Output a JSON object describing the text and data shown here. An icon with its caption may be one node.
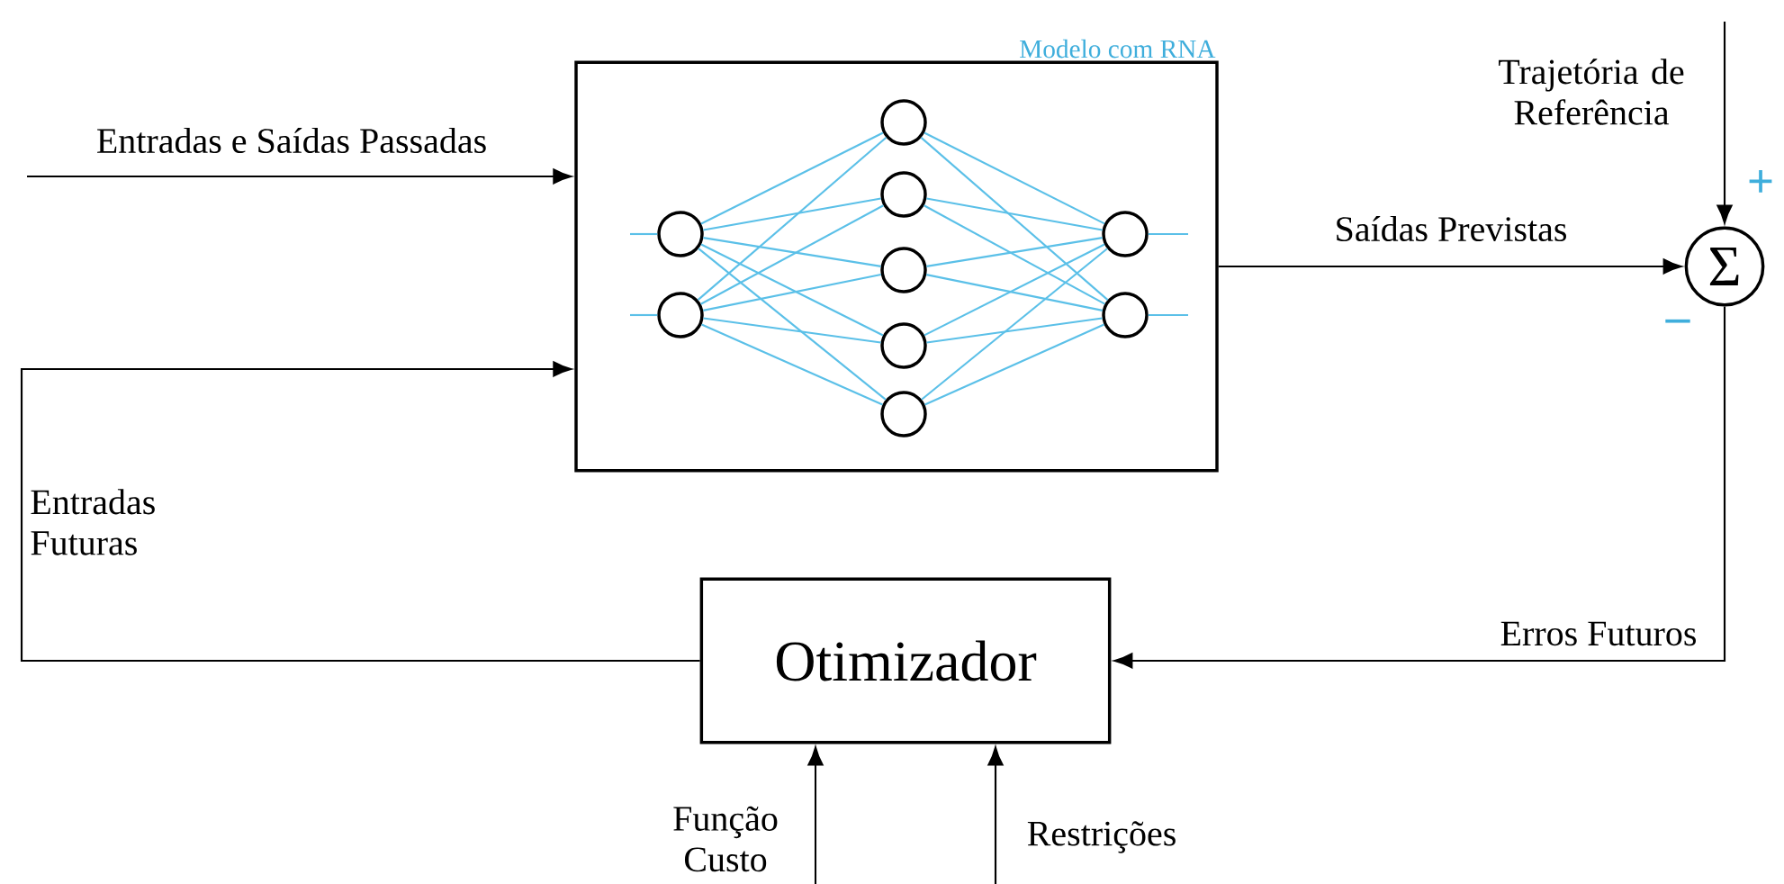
{
  "diagram": {
    "nodes": [
      {
        "text": [
          "Modelo com RNA"
        ]
      },
      {
        "text": [],
        "shape": "circle",
        "in": 0
      },
      {
        "text": [],
        "shape": "circle",
        "in": 0
      },
      {
        "text": [],
        "shape": "circle",
        "in": 0
      },
      {
        "text": [],
        "shape": "circle",
        "in": 0
      },
      {
        "text": [],
        "shape": "circle",
        "in": 0
      },
      {
        "text": [],
        "shape": "circle",
        "in": 0
      },
      {
        "text": [],
        "shape": "circle",
        "in": 0
      },
      {
        "text": [],
        "shape": "circle",
        "in": 0
      },
      {
        "text": [],
        "shape": "circle",
        "in": 0
      },
      {
        "text": [
          "Σ"
        ],
        "beside": [
          "+",
          "–"
        ]
      },
      {
        "text": [
          "Otimizador"
        ]
      }
    ],
    "edges": [
      {
        "from": null,
        "to": 0,
        "arrow": "to",
        "label": "Entradas e Saídas Passadas",
        "color": "#000000"
      },
      {
        "from": 0,
        "to": 10,
        "arrow": "to",
        "label": "Saídas Previstas",
        "color": "#000000"
      },
      {
        "from": null,
        "to": 10,
        "arrow": "to",
        "label": "Trajetória de Referência",
        "color": "#000000"
      },
      {
        "from": 10,
        "to": 11,
        "arrow": "to",
        "label": "Erros Futuros",
        "color": "#000000"
      },
      {
        "from": 11,
        "to": 0,
        "arrow": "to",
        "label": "Entradas Futuras",
        "color": "#000000"
      },
      {
        "from": null,
        "to": 11,
        "arrow": "to",
        "label": "Função Custo",
        "color": "#000000"
      },
      {
        "from": null,
        "to": 11,
        "arrow": "to",
        "label": "Restrições",
        "color": "#000000"
      },
      {
        "from": null,
        "to": 1,
        "arrow": "none",
        "color": "#5bc0e8"
      },
      {
        "from": null,
        "to": 2,
        "arrow": "none",
        "color": "#5bc0e8"
      },
      {
        "from": 8,
        "to": null,
        "arrow": "none",
        "color": "#5bc0e8"
      },
      {
        "from": 9,
        "to": null,
        "arrow": "none",
        "color": "#5bc0e8"
      },
      {
        "from": 1,
        "to": 3,
        "arrow": "none",
        "color": "#5bc0e8"
      },
      {
        "from": 1,
        "to": 4,
        "arrow": "none",
        "color": "#5bc0e8"
      },
      {
        "from": 1,
        "to": 5,
        "arrow": "none",
        "color": "#5bc0e8"
      },
      {
        "from": 1,
        "to": 6,
        "arrow": "none",
        "color": "#5bc0e8"
      },
      {
        "from": 1,
        "to": 7,
        "arrow": "none",
        "color": "#5bc0e8"
      },
      {
        "from": 2,
        "to": 3,
        "arrow": "none",
        "color": "#5bc0e8"
      },
      {
        "from": 2,
        "to": 4,
        "arrow": "none",
        "color": "#5bc0e8"
      },
      {
        "from": 2,
        "to": 5,
        "arrow": "none",
        "color": "#5bc0e8"
      },
      {
        "from": 2,
        "to": 6,
        "arrow": "none",
        "color": "#5bc0e8"
      },
      {
        "from": 2,
        "to": 7,
        "arrow": "none",
        "color": "#5bc0e8"
      },
      {
        "from": 3,
        "to": 8,
        "arrow": "none",
        "color": "#5bc0e8"
      },
      {
        "from": 3,
        "to": 9,
        "arrow": "none",
        "color": "#5bc0e8"
      },
      {
        "from": 4,
        "to": 8,
        "arrow": "none",
        "color": "#5bc0e8"
      },
      {
        "from": 4,
        "to": 9,
        "arrow": "none",
        "color": "#5bc0e8"
      },
      {
        "from": 5,
        "to": 8,
        "arrow": "none",
        "color": "#5bc0e8"
      },
      {
        "from": 5,
        "to": 9,
        "arrow": "none",
        "color": "#5bc0e8"
      },
      {
        "from": 6,
        "to": 8,
        "arrow": "none",
        "color": "#5bc0e8"
      },
      {
        "from": 6,
        "to": 9,
        "arrow": "none",
        "color": "#5bc0e8"
      },
      {
        "from": 7,
        "to": 8,
        "arrow": "none",
        "color": "#5bc0e8"
      },
      {
        "from": 7,
        "to": 9,
        "arrow": "none",
        "color": "#5bc0e8"
      }
    ]
  }
}
